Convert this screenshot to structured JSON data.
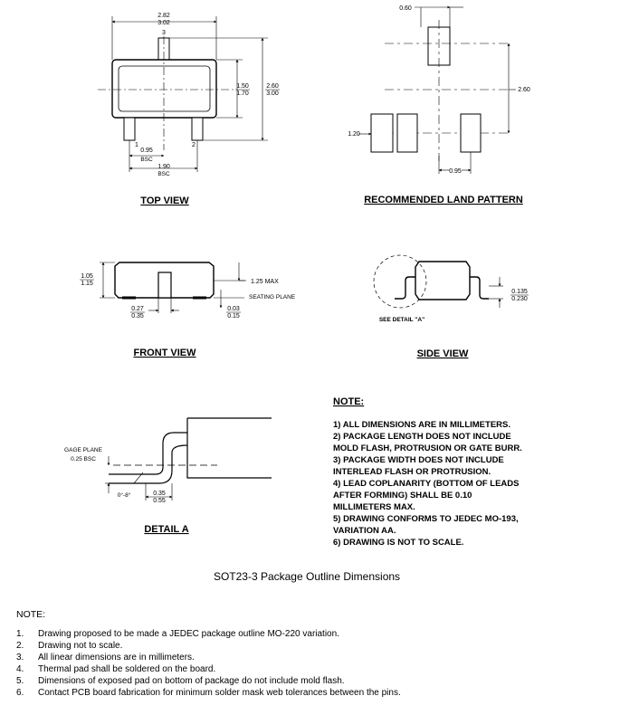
{
  "views": {
    "top_view": {
      "title": "TOP VIEW",
      "body_length_min": "2.82",
      "body_length_max": "3.02",
      "pin_3": "3",
      "pin_1": "1",
      "pin_2": "2",
      "body_width_min": "1.50",
      "body_width_max": "1.70",
      "overall_width_min": "2.60",
      "overall_width_max": "3.00",
      "pitch": "0.95",
      "pitch_note": "BSC",
      "outer_pitch": "1.90",
      "outer_pitch_note": "BSC"
    },
    "land_pattern": {
      "title": "RECOMMENDED LAND PATTERN",
      "pad_width": "0.60",
      "span": "2.60",
      "pad_length": "1.20",
      "pitch": "0.95"
    },
    "front_view": {
      "title": "FRONT VIEW",
      "height_min": "1.05",
      "height_max": "1.15",
      "max_height": "1.25 MAX",
      "seating_plane": "SEATING PLANE",
      "lead_width_min": "0.27",
      "lead_width_max": "0.35",
      "standoff_min": "0.03",
      "standoff_max": "0.15"
    },
    "side_view": {
      "title": "SIDE VIEW",
      "detail_label": "SEE DETAIL \"A\"",
      "thickness_min": "0.135",
      "thickness_max": "0.230"
    },
    "detail_a": {
      "title": "DETAIL A",
      "gage_plane": "GAGE PLANE",
      "gage_value": "0.25 BSC",
      "angle": "0°-8°",
      "foot_min": "0.35",
      "foot_max": "0.55"
    }
  },
  "drawing_notes": {
    "title": "NOTE:",
    "lines": [
      "1) ALL DIMENSIONS ARE IN MILLIMETERS.",
      "2) PACKAGE LENGTH DOES NOT INCLUDE",
      "MOLD FLASH, PROTRUSION OR  GATE BURR.",
      "3) PACKAGE WIDTH DOES NOT INCLUDE",
      "INTERLEAD FLASH OR PROTRUSION.",
      "4) LEAD COPLANARITY (BOTTOM OF LEADS",
      "AFTER FORMING) SHALL BE 0.10",
      "MILLIMETERS MAX.",
      "5) DRAWING CONFORMS TO JEDEC MO-193,",
      "VARIATION AA.",
      "6) DRAWING IS NOT TO SCALE."
    ]
  },
  "caption": "SOT23-3 Package Outline Dimensions",
  "general_notes": {
    "title": "NOTE:",
    "items": [
      {
        "num": "1.",
        "text": "Drawing proposed to be made a JEDEC package outline MO-220 variation."
      },
      {
        "num": "2.",
        "text": "Drawing not to scale."
      },
      {
        "num": "3.",
        "text": "All linear dimensions are in millimeters."
      },
      {
        "num": "4.",
        "text": "Thermal pad shall be soldered on the board."
      },
      {
        "num": "5.",
        "text": "Dimensions of exposed pad on bottom of package do not include mold flash."
      },
      {
        "num": "6.",
        "text": "Contact PCB board fabrication for minimum solder mask web tolerances between the pins."
      }
    ]
  }
}
